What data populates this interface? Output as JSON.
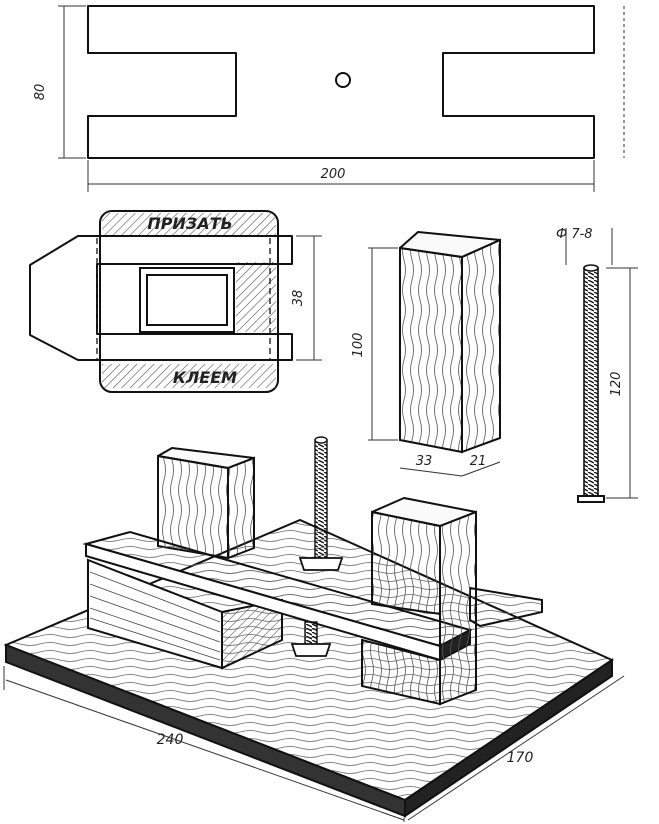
{
  "top_view": {
    "width_label": "200",
    "height_label": "80"
  },
  "template_view": {
    "top_word": "ПРИЗАТЬ",
    "bottom_word": "КЛЕЕМ",
    "gap_label": "38"
  },
  "block": {
    "height_label": "100",
    "width_label": "33",
    "depth_label": "21"
  },
  "bolt": {
    "diameter_label": "Ф 7-8",
    "length_label": "120"
  },
  "assembly": {
    "length_label": "240",
    "width_label": "170"
  }
}
